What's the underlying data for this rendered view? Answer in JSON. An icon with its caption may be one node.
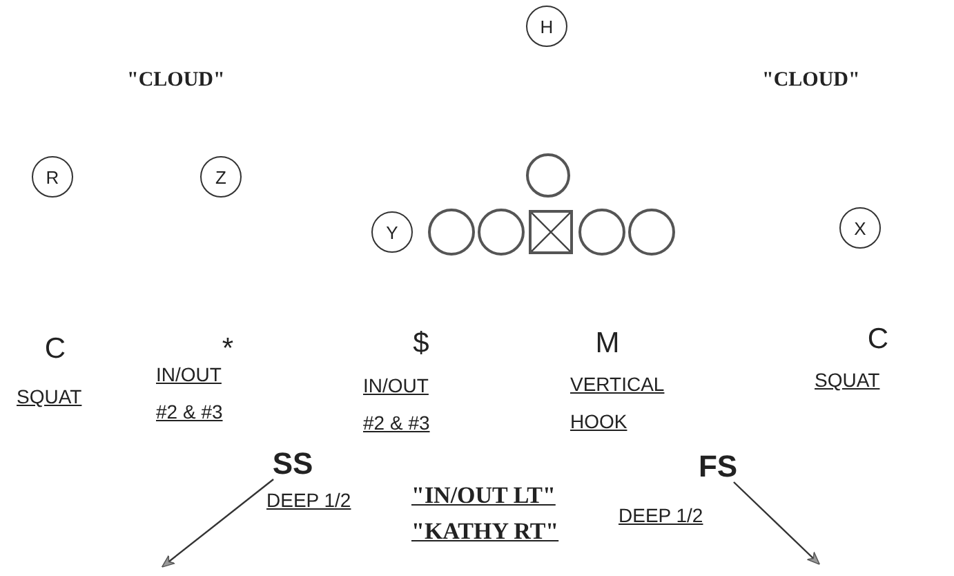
{
  "diagram": {
    "nodes": [
      {
        "text": [
          "H"
        ]
      },
      {
        "text": [
          "R"
        ]
      },
      {
        "text": [
          "Z"
        ]
      },
      {
        "text": [],
        "shape": "circle"
      },
      {
        "text": [
          "Y"
        ]
      },
      {
        "text": [],
        "shape": "circle"
      },
      {
        "text": [],
        "shape": "circle"
      },
      {
        "text": [],
        "shape": "box"
      },
      {
        "text": [],
        "shape": "circle"
      },
      {
        "text": [],
        "shape": "circle"
      },
      {
        "text": [
          "X"
        ]
      },
      {
        "text": [
          "C"
        ],
        "beside": [
          "SQUAT"
        ]
      },
      {
        "text": [
          "*"
        ],
        "beside": [
          "IN/OUT #2 & #3"
        ]
      },
      {
        "text": [
          "$"
        ],
        "beside": [
          "IN/OUT #2 & #3"
        ]
      },
      {
        "text": [
          "M"
        ],
        "beside": [
          "VERTICAL HOOK"
        ]
      },
      {
        "text": [
          "C"
        ],
        "beside": [
          "SQUAT"
        ]
      },
      {
        "text": [
          "SS"
        ],
        "beside": [
          "DEEP 1/2"
        ]
      },
      {
        "text": [
          "FS"
        ],
        "beside": [
          "DEEP 1/2"
        ]
      }
    ],
    "edges": [
      {
        "from": 16,
        "to": null,
        "arrow": "to"
      },
      {
        "from": 17,
        "to": null,
        "arrow": "to"
      }
    ],
    "labels": [
      "\"CLOUD\"",
      "\"CLOUD\"",
      "\"IN/OUT LT\"",
      "\"KATHY RT\""
    ]
  }
}
